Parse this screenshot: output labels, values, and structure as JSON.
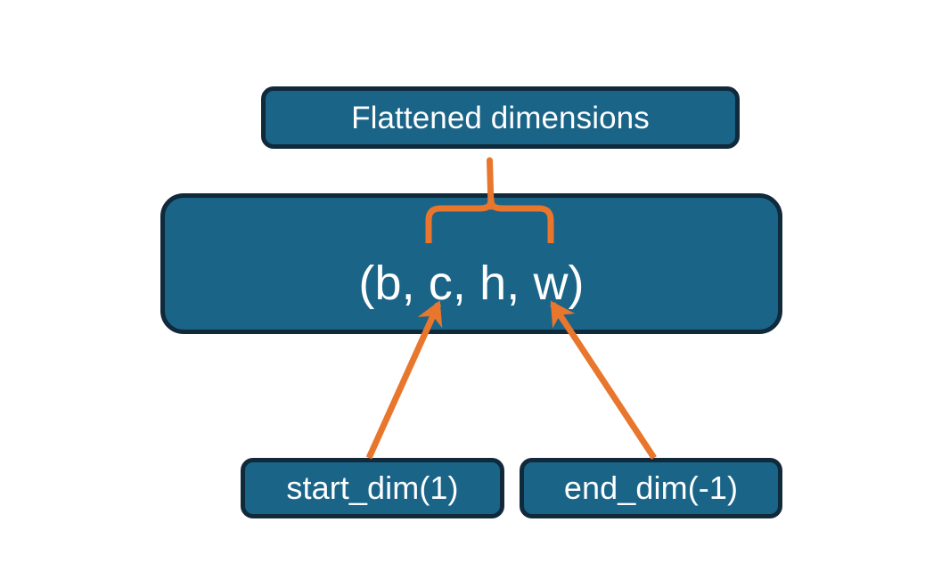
{
  "diagram": {
    "title_node": {
      "label": "Flattened dimensions"
    },
    "shape_node": {
      "label": "(b, c, h, w)"
    },
    "start_node": {
      "label": "start_dim(1)"
    },
    "end_node": {
      "label": "end_dim(-1)"
    },
    "colors": {
      "node_fill": "#1A6488",
      "node_border": "#10293B",
      "node_text": "#FFFFFF",
      "connector": "#E8762C",
      "background": "#FFFFFF"
    },
    "connectors": {
      "brace": "curly-brace-up",
      "start_arrow": "arrow-up-right",
      "end_arrow": "arrow-up-left"
    }
  }
}
